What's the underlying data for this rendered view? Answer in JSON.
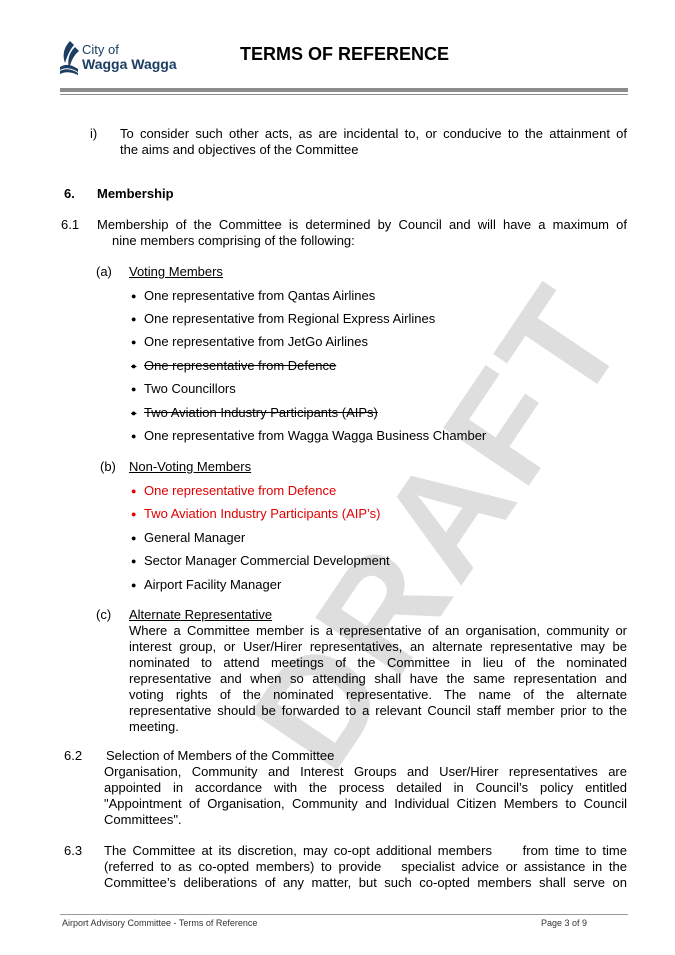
{
  "header": {
    "logo_line1": "City of",
    "logo_line2": "Wagga Wagga",
    "title": "TERMS OF REFERENCE"
  },
  "item_i": {
    "marker": "i)",
    "line1": "To consider such other acts, as are incidental to, or conducive to the attainment of",
    "line2": "the aims and objectives of the Committee"
  },
  "section6": {
    "number": "6.",
    "heading": "Membership"
  },
  "s61": {
    "number": "6.1",
    "line1": "Membership of the Committee is determined by Council and will have a maximum of",
    "line2": "nine members comprising of the following:"
  },
  "voting": {
    "marker": "(a)",
    "heading": "Voting Members",
    "items": [
      "One representative from Qantas Airlines",
      "One representative from Regional Express Airlines",
      "One representative from JetGo Airlines",
      "One representative from Defence",
      "Two Councillors",
      "Two Aviation Industry Participants (AIPs)",
      "One representative from Wagga Wagga Business Chamber"
    ]
  },
  "nonvoting": {
    "marker": "(b)",
    "heading": "Non-Voting Members",
    "items": [
      "One representative from Defence",
      "Two Aviation Industry Participants (AIP’s)",
      "General Manager",
      "Sector Manager Commercial Development",
      "Airport Facility Manager"
    ]
  },
  "alternate": {
    "marker": "(c)",
    "heading": "Alternate Representative",
    "lines": [
      "Where a Committee member is a representative of an organisation, community or",
      "interest group, or User/Hirer representatives, an alternate representative may be",
      "nominated to attend meetings of the Committee in lieu of the nominated",
      "representative and when so attending shall have the same representation and",
      "voting rights of the nominated representative. The name of the alternate",
      "representative should be forwarded to a relevant Council staff member prior to the",
      "meeting."
    ]
  },
  "s62": {
    "number": "6.2",
    "heading": "Selection of Members of the Committee",
    "lines": [
      "Organisation, Community and Interest Groups and User/Hirer representatives are",
      "appointed in accordance with the process detailed in Council’s policy entitled",
      "\"Appointment of Organisation, Community and Individual Citizen Members to Council",
      "Committees\"."
    ]
  },
  "s63": {
    "number": "6.3",
    "lines": [
      "The Committee at its discretion, may co-opt additional members     from time to time",
      "(referred to as co-opted members) to provide   specialist advice or assistance in the",
      "Committee’s deliberations of any matter, but such co-opted members shall serve on"
    ]
  },
  "watermark": "DRAFT",
  "footer": {
    "left": "Airport Advisory Committee - Terms of Reference",
    "right": "Page 3 of 9"
  }
}
